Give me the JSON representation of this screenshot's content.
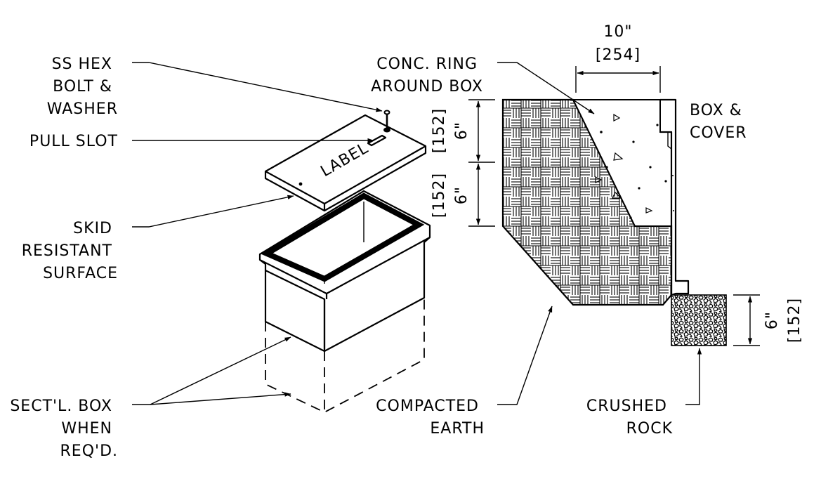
{
  "labels": {
    "ss_hex_bolt": [
      "SS HEX",
      "BOLT &",
      "WASHER"
    ],
    "pull_slot": [
      "PULL SLOT"
    ],
    "skid_resistant": [
      "SKID",
      "RESISTANT",
      "SURFACE"
    ],
    "sectl_box": [
      "SECT'L. BOX",
      "WHEN",
      "REQ'D."
    ],
    "conc_ring": [
      "CONC. RING",
      "AROUND BOX"
    ],
    "box_cover": [
      "BOX &",
      "COVER"
    ],
    "compacted_earth": [
      "COMPACTED",
      "EARTH"
    ],
    "crushed_rock": [
      "CRUSHED",
      "ROCK"
    ],
    "cover_label": "LABEL"
  },
  "dimensions": {
    "width_top": {
      "imperial": "10\"",
      "metric": "[254]"
    },
    "upper_depth": {
      "imperial": "6\"",
      "metric": "[152]"
    },
    "lower_depth": {
      "imperial": "6\"",
      "metric": "[152]"
    },
    "rock_depth": {
      "imperial": "6\"",
      "metric": "[152]"
    }
  }
}
